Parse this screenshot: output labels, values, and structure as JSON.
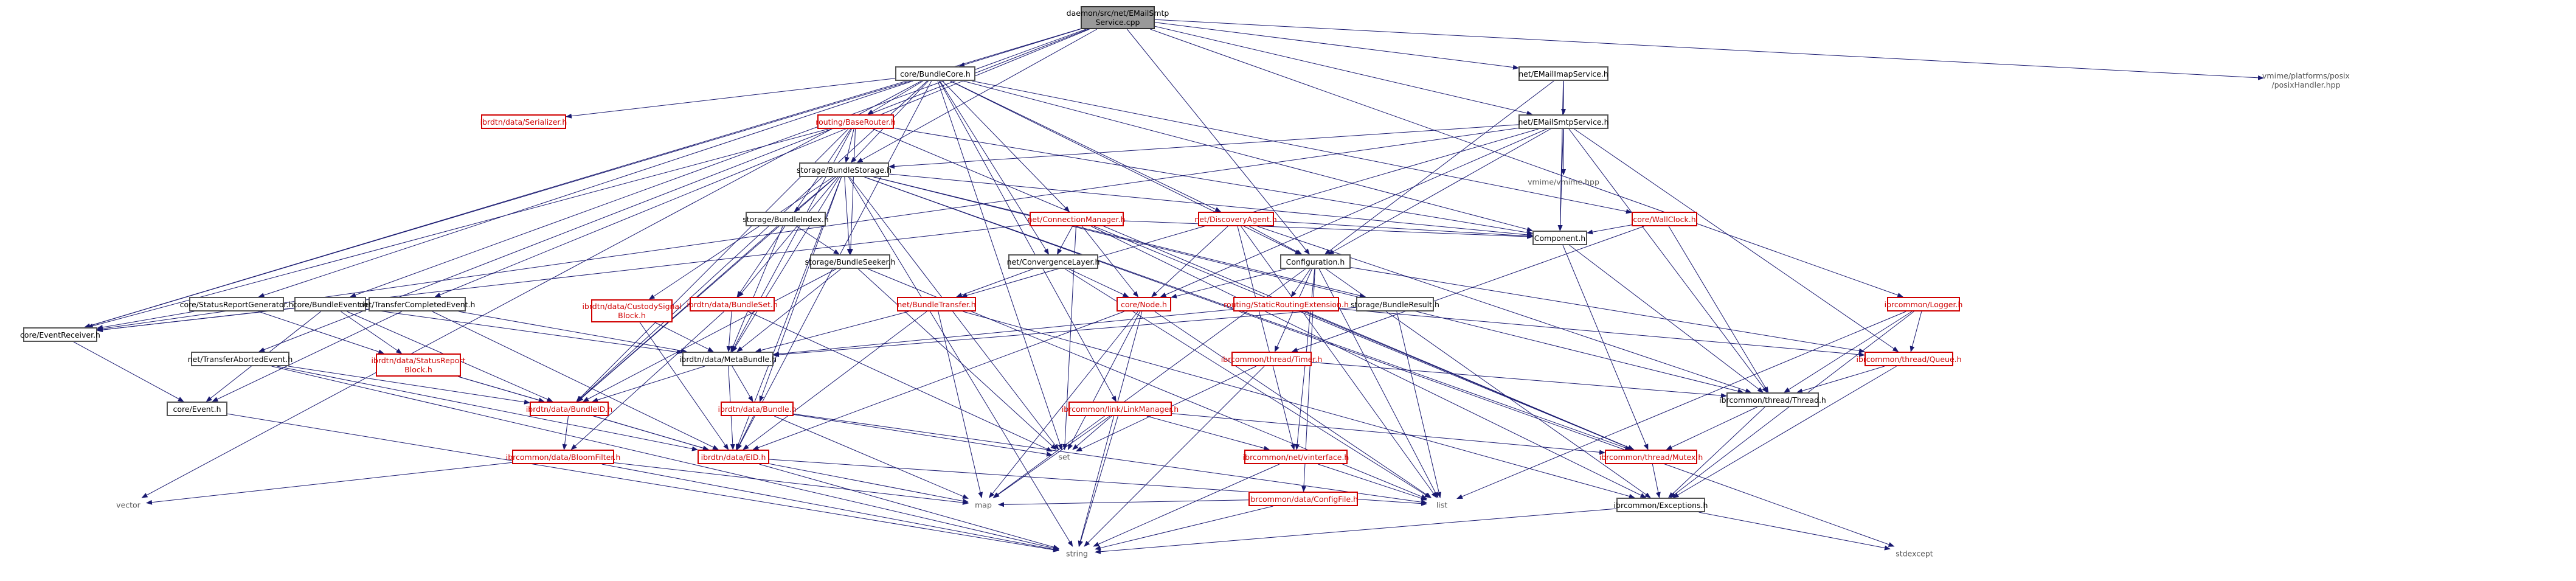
{
  "nodes": {
    "root": "daemon/src/net/EMailSmtp\nService.cpp",
    "bundlecore": "core/BundleCore.h",
    "emailimap": "net/EMailImapService.h",
    "posixhandler": "vmime/platforms/posix\n/posixHandler.hpp",
    "emailsmtp": "net/EMailSmtpService.h",
    "vmime": "vmime/vmime.hpp",
    "serializer": "ibrdtn/data/Serializer.h",
    "baserouter": "routing/BaseRouter.h",
    "bundlestorage": "storage/BundleStorage.h",
    "connmgr": "net/ConnectionManager.h",
    "discagent": "net/DiscoveryAgent.h",
    "wallclock": "core/WallClock.h",
    "component": "Component.h",
    "bundleindex": "storage/BundleIndex.h",
    "bundleseeker": "storage/BundleSeeker.h",
    "convlayer": "net/ConvergenceLayer.h",
    "configuration": "Configuration.h",
    "statusreportgen": "core/StatusReportGenerator.h",
    "bundleevent": "core/BundleEvent.h",
    "transfercompleted": "net/TransferCompletedEvent.h",
    "custodysignal": "ibrdtn/data/CustodySignal\nBlock.h",
    "bundleset": "ibrdtn/data/BundleSet.h",
    "bundletransfer": "net/BundleTransfer.h",
    "corenode": "core/Node.h",
    "staticrouting": "routing/StaticRoutingExtension.h",
    "bundleresult": "storage/BundleResult.h",
    "logger": "ibrcommon/Logger.h",
    "eventreceiver": "core/EventReceiver.h",
    "transferaborted": "net/TransferAbortedEvent.h",
    "statusreportblock": "ibrdtn/data/StatusReport\nBlock.h",
    "metabundle": "ibrdtn/data/MetaBundle.h",
    "timer": "ibrcommon/thread/Timer.h",
    "queue": "ibrcommon/thread/Queue.h",
    "thread": "ibrcommon/thread/Thread.h",
    "coreevent": "core/Event.h",
    "bundleid": "ibrdtn/data/BundleID.h",
    "bundle": "ibrdtn/data/Bundle.h",
    "linkmanager": "ibrcommon/link/LinkManager.h",
    "bloomfilter": "ibrcommon/data/BloomFilter.h",
    "eid": "ibrdtn/data/EID.h",
    "set": "set",
    "vinterface": "ibrcommon/net/vinterface.h",
    "mutex": "ibrcommon/thread/Mutex.h",
    "configfile": "ibrcommon/data/ConfigFile.h",
    "vector": "vector",
    "map": "map",
    "list": "list",
    "exceptions": "ibrcommon/Exceptions.h",
    "string": "string",
    "stdexcept": "stdexcept"
  },
  "colors": {
    "edge": "#191970",
    "border": "#555555",
    "red": "#d00000",
    "rootfill": "#999999"
  }
}
